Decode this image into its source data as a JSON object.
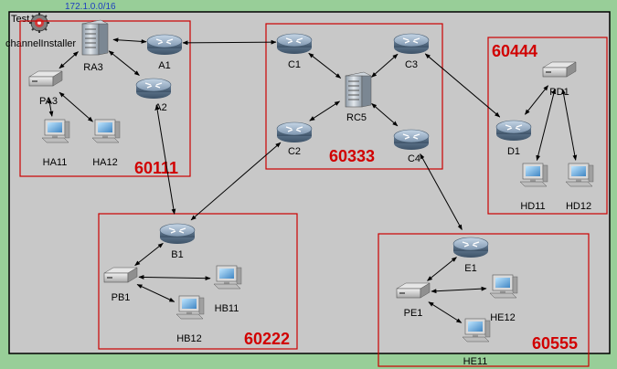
{
  "network": {
    "address": "172.1.0.0/16"
  },
  "module": {
    "name": "channelInstaller",
    "title": "Test"
  },
  "areas": [
    {
      "id": "a1",
      "label": "60111"
    },
    {
      "id": "a2",
      "label": "60222"
    },
    {
      "id": "a3",
      "label": "60333"
    },
    {
      "id": "a4",
      "label": "60444"
    },
    {
      "id": "a5",
      "label": "60555"
    }
  ],
  "nodes": {
    "RA3": {
      "label": "RA3",
      "kind": "router-server"
    },
    "A1": {
      "label": "A1",
      "kind": "router"
    },
    "A2": {
      "label": "A2",
      "kind": "router"
    },
    "PA3": {
      "label": "PA3",
      "kind": "switch"
    },
    "HA11": {
      "label": "HA11",
      "kind": "host"
    },
    "HA12": {
      "label": "HA12",
      "kind": "host"
    },
    "C1": {
      "label": "C1",
      "kind": "router"
    },
    "C2": {
      "label": "C2",
      "kind": "router"
    },
    "C3": {
      "label": "C3",
      "kind": "router"
    },
    "C4": {
      "label": "C4",
      "kind": "router"
    },
    "RC5": {
      "label": "RC5",
      "kind": "router-server"
    },
    "D1": {
      "label": "D1",
      "kind": "router"
    },
    "PD1": {
      "label": "PD1",
      "kind": "switch"
    },
    "HD11": {
      "label": "HD11",
      "kind": "host"
    },
    "HD12": {
      "label": "HD12",
      "kind": "host"
    },
    "B1": {
      "label": "B1",
      "kind": "router"
    },
    "PB1": {
      "label": "PB1",
      "kind": "switch"
    },
    "HB11": {
      "label": "HB11",
      "kind": "host"
    },
    "HB12": {
      "label": "HB12",
      "kind": "host"
    },
    "E1": {
      "label": "E1",
      "kind": "router"
    },
    "PE1": {
      "label": "PE1",
      "kind": "switch"
    },
    "HE11": {
      "label": "HE11",
      "kind": "host"
    },
    "HE12": {
      "label": "HE12",
      "kind": "host"
    }
  },
  "links": [
    [
      "RA3",
      "A1"
    ],
    [
      "RA3",
      "A2"
    ],
    [
      "RA3",
      "PA3"
    ],
    [
      "PA3",
      "HA11"
    ],
    [
      "PA3",
      "HA12"
    ],
    [
      "A1",
      "C1"
    ],
    [
      "A2",
      "B1"
    ],
    [
      "C1",
      "RC5"
    ],
    [
      "C2",
      "RC5"
    ],
    [
      "C3",
      "RC5"
    ],
    [
      "C4",
      "RC5"
    ],
    [
      "C2",
      "B1"
    ],
    [
      "C3",
      "D1"
    ],
    [
      "C4",
      "E1"
    ],
    [
      "D1",
      "PD1"
    ],
    [
      "PD1",
      "HD11"
    ],
    [
      "PD1",
      "HD12"
    ],
    [
      "B1",
      "PB1"
    ],
    [
      "PB1",
      "HB11"
    ],
    [
      "PB1",
      "HB12"
    ],
    [
      "E1",
      "PE1"
    ],
    [
      "PE1",
      "HE12"
    ],
    [
      "PE1",
      "HE11"
    ]
  ],
  "colors": {
    "canvas": "#c8c8c8",
    "background": "#98ce98",
    "area_border": "#cc0000",
    "area_label": "#d10000",
    "link": "#000000"
  }
}
